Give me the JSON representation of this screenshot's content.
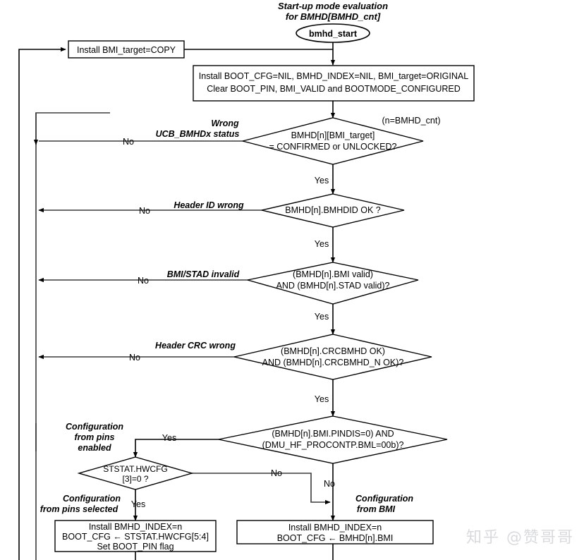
{
  "diagram": {
    "title_line1": "Start-up mode evaluation",
    "title_line2": "for BMHD[BMHD_cnt]",
    "start_terminator": "bmhd_start",
    "note_n": "(n=BMHD_cnt)",
    "boxes": {
      "install_copy": "Install BMI_target=COPY",
      "install_nil_line1": "Install BOOT_CFG=NIL, BMHD_INDEX=NIL, BMI_target=ORIGINAL",
      "install_nil_line2": "Clear BOOT_PIN, BMI_VALID and BOOTMODE_CONFIGURED",
      "pins_box_line1": "Install BMHD_INDEX=n",
      "pins_box_line2": "BOOT_CFG ←  STSTAT.HWCFG[5:4]",
      "pins_box_line3": "Set BOOT_PIN flag",
      "bmi_box_line1": "Install BMHD_INDEX=n",
      "bmi_box_line2": "BOOT_CFG ← BMHD[n].BMI"
    },
    "decisions": {
      "d1_line1": "BMHD[n][BMI_target]",
      "d1_line2": "= CONFIRMED or UNLOCKED?",
      "d2_line1": "BMHD[n].BMHDID OK ?",
      "d3_line1": "(BMHD[n].BMI valid)",
      "d3_line2": "AND (BMHD[n].STAD valid)?",
      "d4_line1": "(BMHD[n].CRCBMHD OK)",
      "d4_line2": "AND (BMHD[n].CRCBMHD_N OK)?",
      "d5_line1": "(BMHD[n].BMI.PINDIS=0) AND",
      "d5_line2": "(DMU_HF_PROCONTP.BML=00b)?",
      "d6_line1": "STSTAT.HWCFG",
      "d6_line2": "[3]=0 ?"
    },
    "annotations": {
      "a1_line1": "Wrong",
      "a1_line2": "UCB_BMHDx status",
      "a2": "Header ID wrong",
      "a3": "BMI/STAD invalid",
      "a4": "Header CRC wrong",
      "a5_line1": "Configuration",
      "a5_line2": "from pins",
      "a5_line3": "enabled",
      "a6_line1": "Configuration",
      "a6_line2": "from pins selected",
      "a7_line1": "Configuration",
      "a7_line2": "from BMI"
    },
    "edge_labels": {
      "no1": "No",
      "yes1": "Yes",
      "no2": "No",
      "yes2": "Yes",
      "no3": "No",
      "yes3": "Yes",
      "no4": "No",
      "yes4": "Yes",
      "yes5": "Yes",
      "no5": "No",
      "no6": "No",
      "yes6": "Yes"
    },
    "watermark": "知乎 @赞哥哥"
  }
}
